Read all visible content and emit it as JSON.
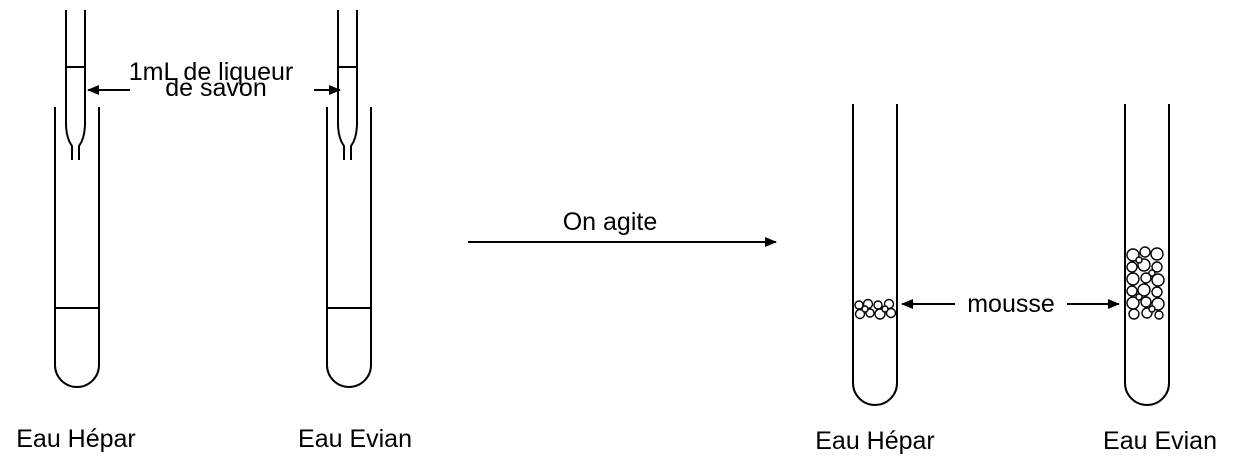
{
  "labels": {
    "reagent_line1": "1mL de liqueur",
    "reagent_line2": "de savon",
    "action": "On agite",
    "foam": "mousse",
    "tube_1": "Eau Hépar",
    "tube_2": "Eau Evian",
    "tube_3": "Eau Hépar",
    "tube_4": "Eau Evian"
  },
  "colors": {
    "ink": "#000000",
    "background": "#ffffff"
  }
}
